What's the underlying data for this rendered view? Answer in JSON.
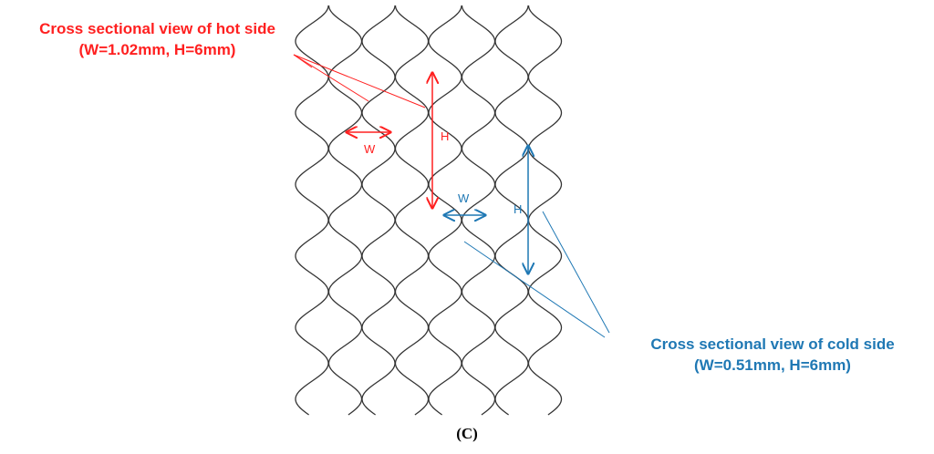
{
  "hot_side": {
    "label_line1": "Cross sectional view of hot side",
    "label_line2": "(W=1.02mm, H=6mm)",
    "width_symbol": "W",
    "height_symbol": "H",
    "color": "#ff2020"
  },
  "cold_side": {
    "label_line1": "Cross sectional view of cold side",
    "label_line2": "(W=0.51mm, H=6mm)",
    "width_symbol": "W",
    "height_symbol": "H",
    "color": "#1f78b4"
  },
  "caption": "(C)",
  "channel_columns": 8,
  "channel_rows": 6
}
